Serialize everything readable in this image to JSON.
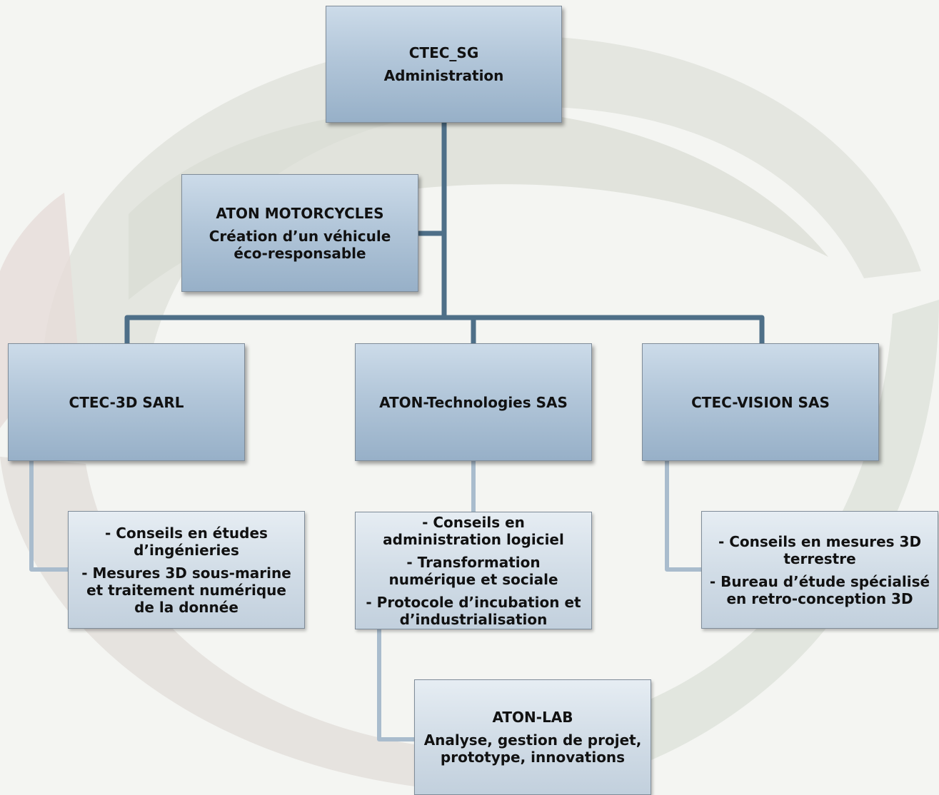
{
  "nodes": {
    "root": {
      "line1": "CTEC_SG",
      "line2": "Administration"
    },
    "motorcycles": {
      "title": "ATON MOTORCYCLES",
      "line1": "Création d’un véhicule",
      "line2": "éco-responsable"
    },
    "ctec3d": {
      "title": "CTEC-3D SARL",
      "details": [
        "- Conseils en études",
        "d’ingénieries",
        "- Mesures 3D sous-marine",
        "et traitement numérique",
        "de la donnée"
      ]
    },
    "aton_tech": {
      "title": "ATON-Technologies SAS",
      "details": [
        "- Conseils en",
        "administration logiciel",
        "- Transformation",
        "numérique et sociale",
        "- Protocole d’incubation et",
        "d’industrialisation"
      ]
    },
    "ctec_vision": {
      "title": "CTEC-VISION SAS",
      "details": [
        "- Conseils en mesures 3D",
        "terrestre",
        "- Bureau d’étude spécialisé",
        "en retro-conception 3D"
      ]
    },
    "aton_lab": {
      "title": "ATON-LAB",
      "line1": "Analyse, gestion de projet,",
      "line2": "prototype, innovations"
    }
  },
  "colors": {
    "box_top": "#ccdbe9",
    "box_bottom": "#97b0c8",
    "connector": "#4e6f88",
    "connector_light": "#a9bccd"
  }
}
